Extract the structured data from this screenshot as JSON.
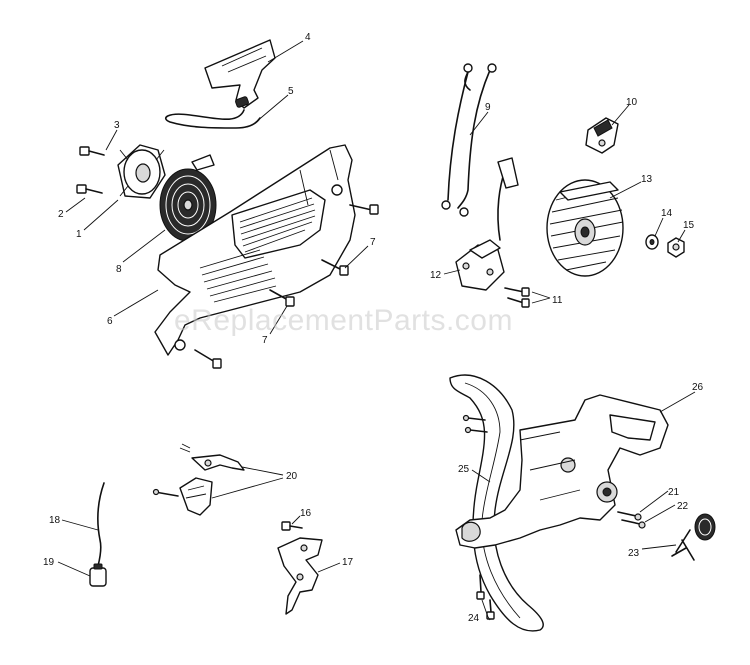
{
  "watermark": "eReplacementParts.com",
  "callouts": {
    "c1": "1",
    "c2": "2",
    "c3": "3",
    "c4": "4",
    "c5": "5",
    "c6": "6",
    "c7a": "7",
    "c7b": "7",
    "c8": "8",
    "c9": "9",
    "c10": "10",
    "c11": "11",
    "c12": "12",
    "c13": "13",
    "c14": "14",
    "c15": "15",
    "c16": "16",
    "c17": "17",
    "c18": "18",
    "c19": "19",
    "c20": "20",
    "c21": "21",
    "c22": "22",
    "c23": "23",
    "c24": "24",
    "c25": "25",
    "c26": "26"
  }
}
